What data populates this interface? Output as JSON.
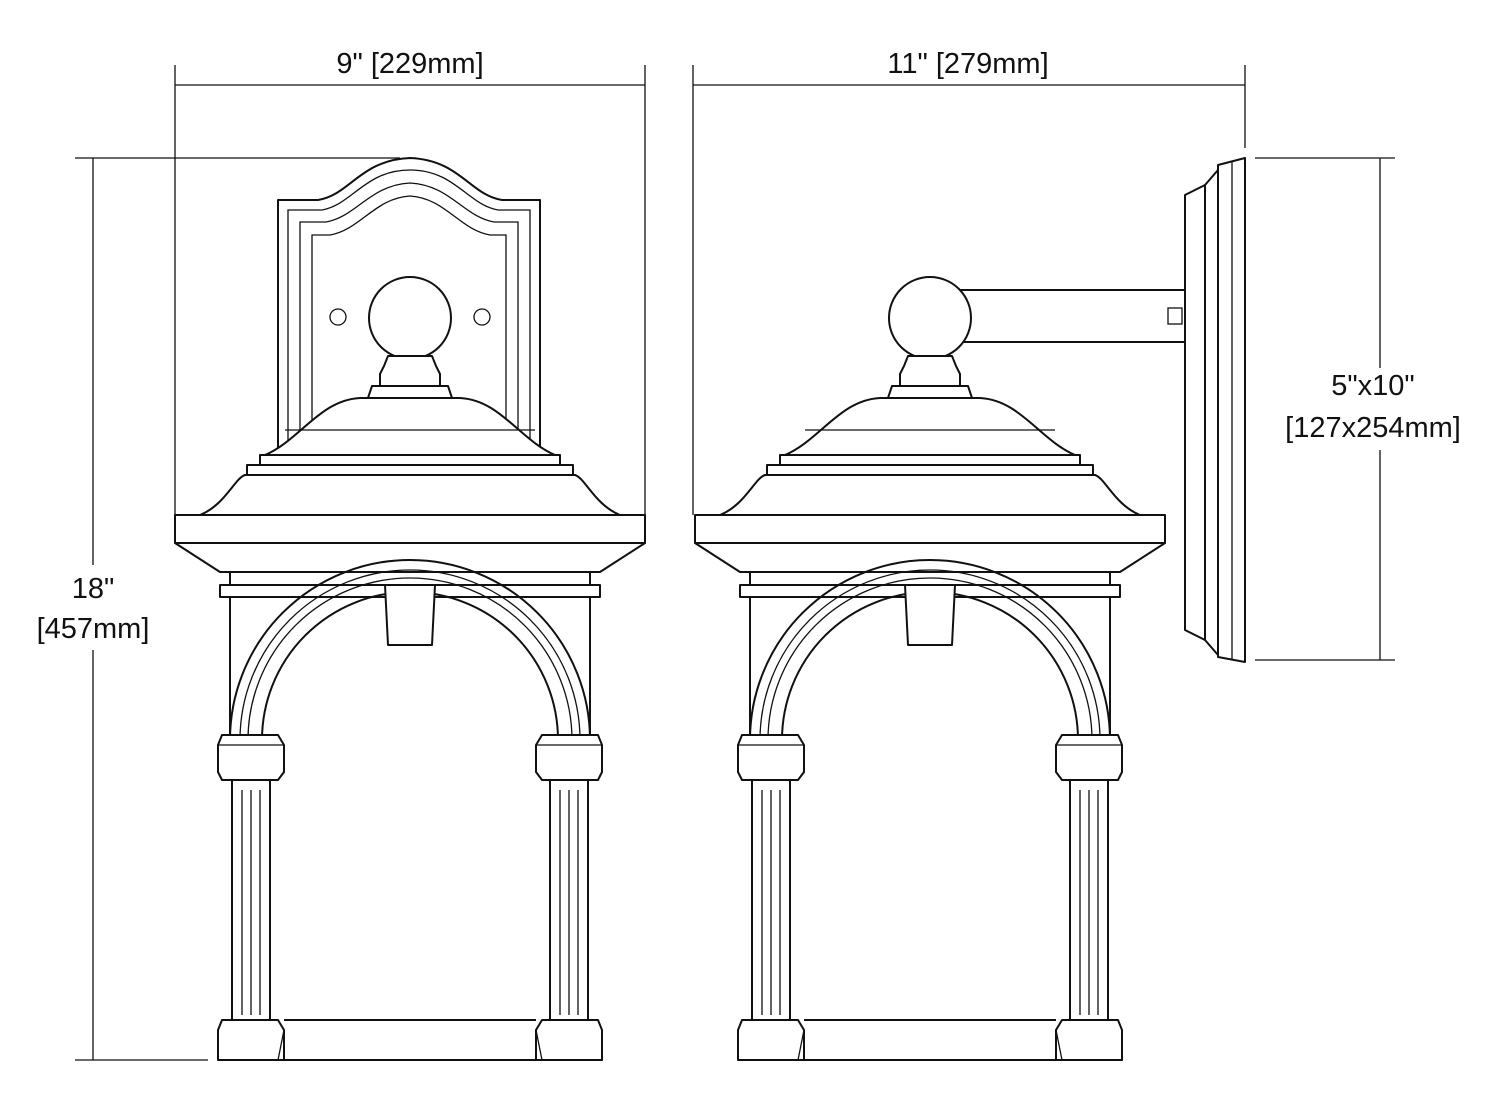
{
  "dimensions": {
    "width_front": "9\" [229mm]",
    "depth_side": "11\" [279mm]",
    "height_in": "18\"",
    "height_mm": "[457mm]",
    "backplate_in": "5\"x10\"",
    "backplate_mm": "[127x254mm]"
  },
  "colors": {
    "line": "#111111",
    "background": "#ffffff"
  }
}
